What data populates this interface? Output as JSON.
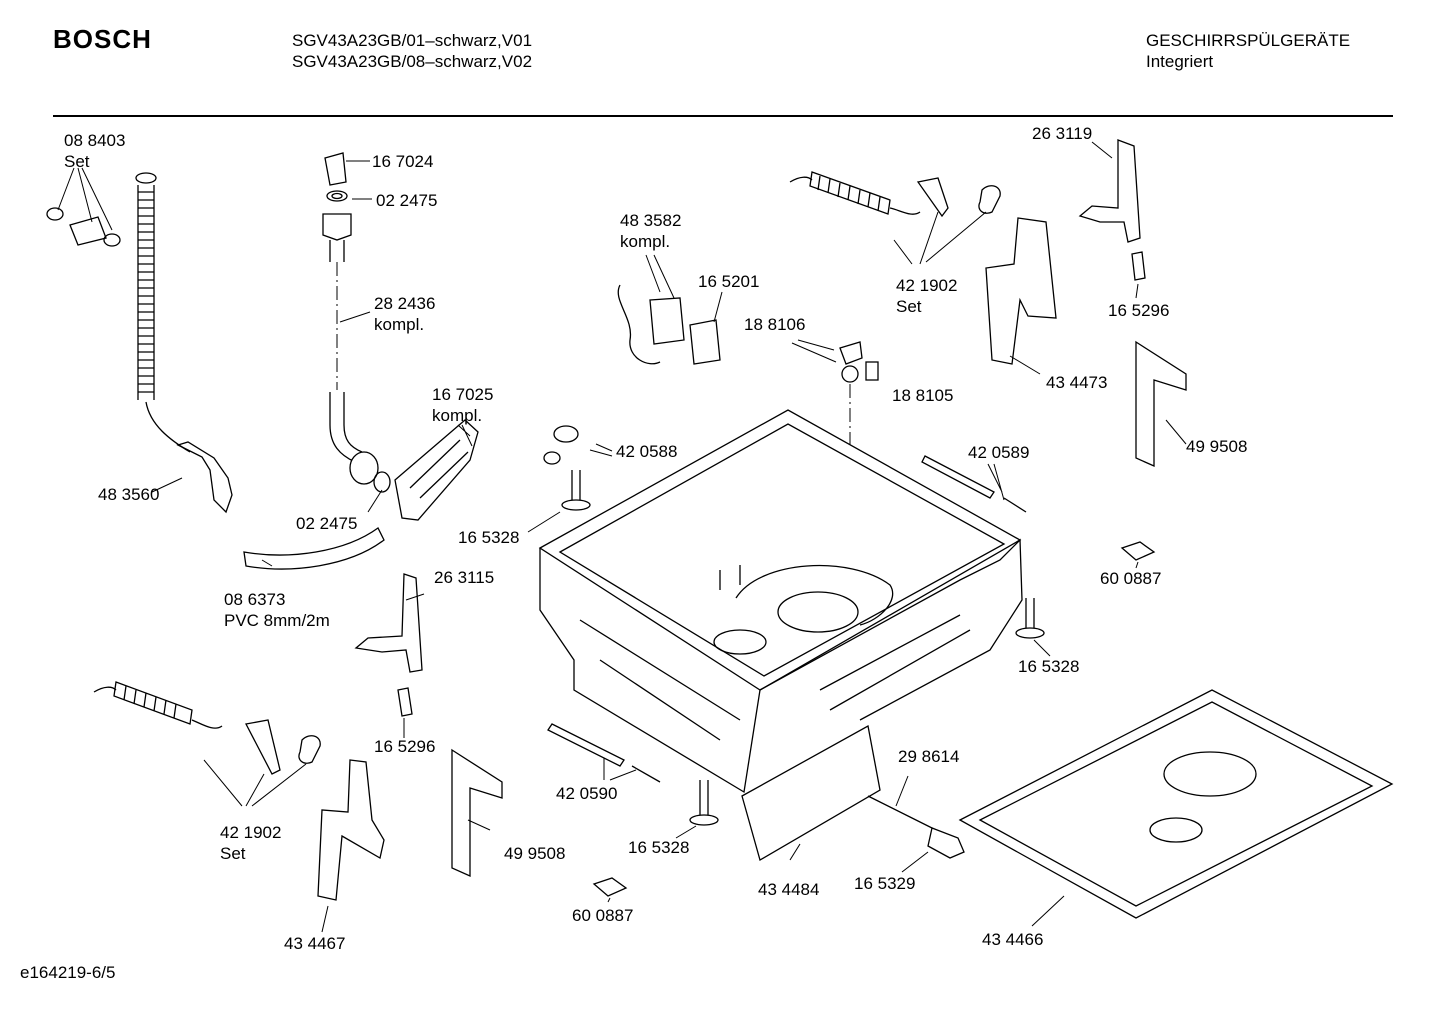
{
  "header": {
    "brand": "BOSCH",
    "model_line_1": "SGV43A23GB/01–schwarz,V01",
    "model_line_2": "SGV43A23GB/08–schwarz,V02",
    "category_line_1": "GESCHIRRSPÜLGERÄTE",
    "category_line_2": "Integriert"
  },
  "footer": {
    "drawing_id": "e164219-6/5"
  },
  "callouts": {
    "p088403": {
      "number": "08 8403",
      "note": "Set"
    },
    "p167024": {
      "number": "16 7024"
    },
    "p022475a": {
      "number": "02 2475"
    },
    "p282436": {
      "number": "28 2436",
      "note": "kompl."
    },
    "p167025": {
      "number": "16 7025",
      "note": "kompl."
    },
    "p483560": {
      "number": "48 3560"
    },
    "p022475b": {
      "number": "02 2475"
    },
    "p086373": {
      "number": "08 6373",
      "note": "PVC 8mm/2m"
    },
    "p483582": {
      "number": "48 3582",
      "note": "kompl."
    },
    "p165201": {
      "number": "16 5201"
    },
    "p188106": {
      "number": "18 8106"
    },
    "p188105": {
      "number": "18 8105"
    },
    "p420588": {
      "number": "42 0588"
    },
    "p165328a": {
      "number": "16 5328"
    },
    "p421902a": {
      "number": "42 1902",
      "note": "Set"
    },
    "p263119": {
      "number": "26 3119"
    },
    "p165296a": {
      "number": "16 5296"
    },
    "p434473": {
      "number": "43 4473"
    },
    "p499508a": {
      "number": "49 9508"
    },
    "p420589": {
      "number": "42 0589"
    },
    "p600887a": {
      "number": "60 0887"
    },
    "p165328b": {
      "number": "16 5328"
    },
    "p263115": {
      "number": "26 3115"
    },
    "p165296b": {
      "number": "16 5296"
    },
    "p421902b": {
      "number": "42 1902",
      "note": "Set"
    },
    "p499508b": {
      "number": "49 9508"
    },
    "p434467": {
      "number": "43 4467"
    },
    "p420590": {
      "number": "42 0590"
    },
    "p165328c": {
      "number": "16 5328"
    },
    "p600887b": {
      "number": "60 0887"
    },
    "p298614": {
      "number": "29 8614"
    },
    "p434484": {
      "number": "43 4484"
    },
    "p165329": {
      "number": "16 5329"
    },
    "p434466": {
      "number": "43 4466"
    }
  }
}
